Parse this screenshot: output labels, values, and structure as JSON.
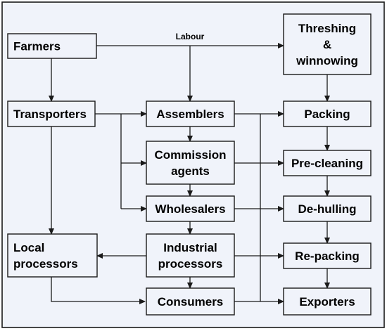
{
  "nodes": [
    {
      "id": "farmers",
      "label": "Farmers"
    },
    {
      "id": "transporters",
      "label": "Transporters"
    },
    {
      "id": "local_processors",
      "label": "Local\nprocessors"
    },
    {
      "id": "assemblers",
      "label": "Assemblers"
    },
    {
      "id": "commission_agents",
      "label": "Commission\nagents"
    },
    {
      "id": "wholesalers",
      "label": "Wholesalers"
    },
    {
      "id": "industrial_processors",
      "label": "Industrial\nprocessors"
    },
    {
      "id": "consumers",
      "label": "Consumers"
    },
    {
      "id": "threshing_winnowing",
      "label": "Threshing\n&\nwinnowing"
    },
    {
      "id": "packing",
      "label": "Packing"
    },
    {
      "id": "pre_cleaning",
      "label": "Pre-cleaning"
    },
    {
      "id": "de_hulling",
      "label": "De-hulling"
    },
    {
      "id": "re_packing",
      "label": "Re-packing"
    },
    {
      "id": "exporters",
      "label": "Exporters"
    }
  ],
  "edge_labels": {
    "labour": "Labour"
  }
}
